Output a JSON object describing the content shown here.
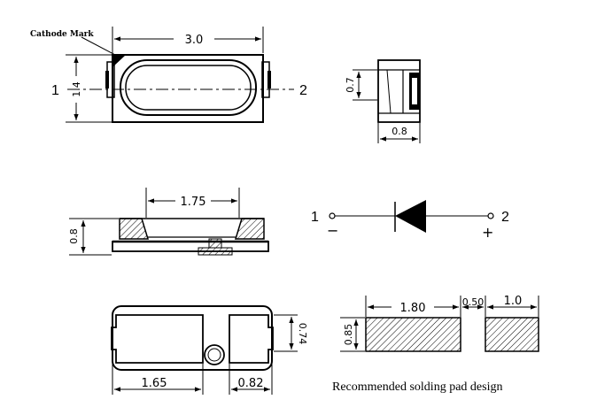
{
  "top_view": {
    "cathode_mark_label": "Cathode Mark",
    "length_dim": "3.0",
    "width_dim": "1.4",
    "pin_left": "1",
    "pin_right": "2"
  },
  "side_view": {
    "height_dim": "0.7",
    "width_dim": "0.8"
  },
  "front_view": {
    "opening_dim": "1.75",
    "height_dim": "0.8"
  },
  "symbol": {
    "pin_left": "1",
    "pin_right": "2",
    "minus_sign": "−",
    "plus_sign": "+"
  },
  "bottom_view": {
    "pad_left_dim": "1.65",
    "pad_right_dim": "0.82",
    "pad_height_dim": "0.74"
  },
  "pad_design": {
    "pad_large_width": "1.80",
    "gap_width": "0.50",
    "pad_small_width": "1.0",
    "pad_height": "0.85",
    "caption": "Recommended solding pad design"
  }
}
